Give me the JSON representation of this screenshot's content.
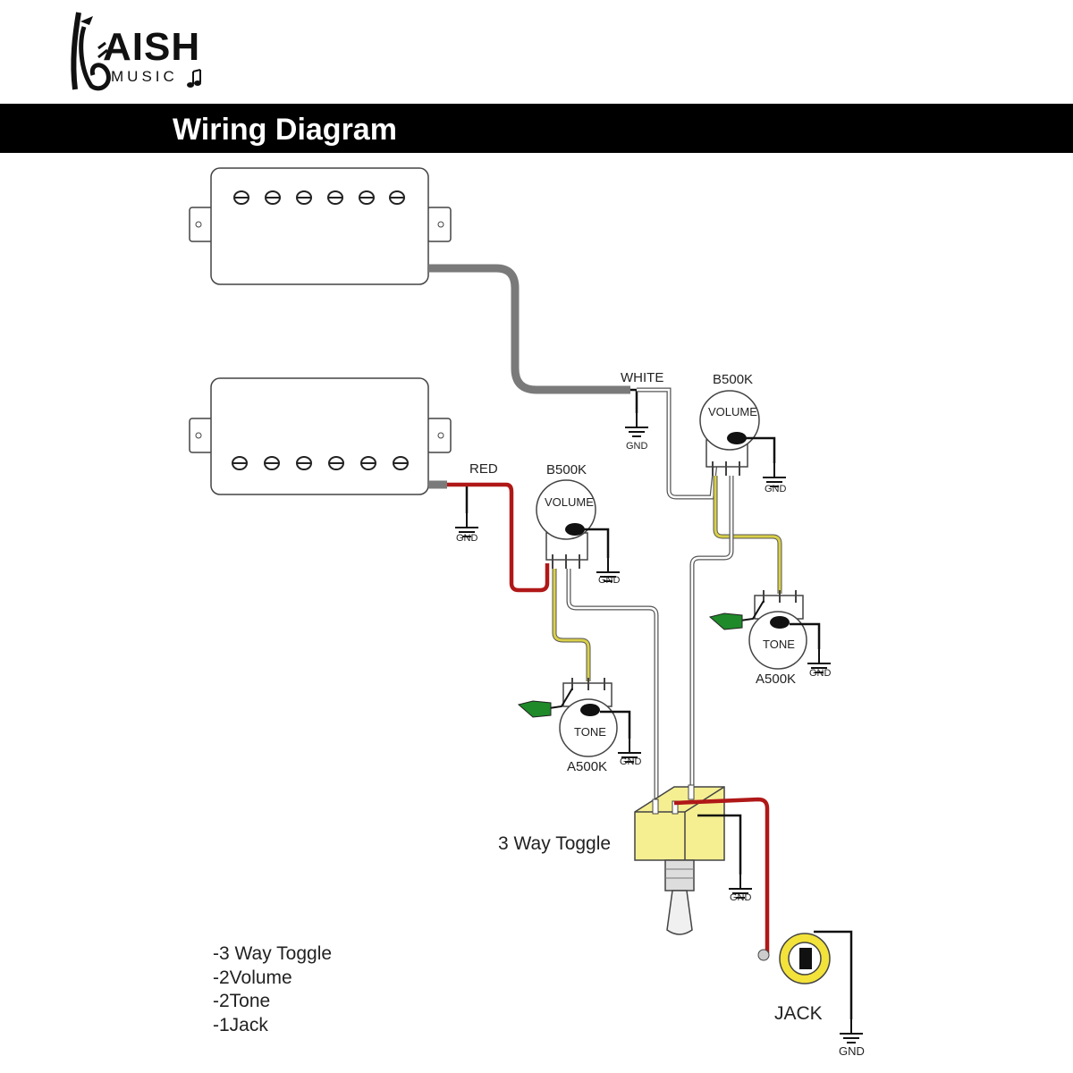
{
  "logo": {
    "brand": "KAISH",
    "big": "AISH",
    "small": "MUSIC"
  },
  "header": {
    "title": "Wiring Diagram"
  },
  "labels": {
    "white": "WHITE",
    "red": "RED",
    "volume_value_1": "B500K",
    "volume_value_2": "B500K",
    "volume_1": "VOLUME",
    "volume_2": "VOLUME",
    "tone_1": "TONE",
    "tone_2": "TONE",
    "tone_value_1": "A500K",
    "tone_value_2": "A500K",
    "toggle": "3 Way Toggle",
    "jack": "JACK",
    "gnd": "GND"
  },
  "parts_list": [
    "-3 Way Toggle",
    "-2Volume",
    "-2Tone",
    "-1Jack"
  ],
  "colors": {
    "white_wire": "#7a7a7a",
    "red_wire": "#b01818",
    "yellow_wire": "#d8cf48",
    "green_cap": "#1f8a2a",
    "jack_ring": "#f2e23a",
    "toggle_body": "#f5ef92"
  },
  "icons": [
    "guitar-logo-icon",
    "ground-symbol-icon",
    "music-note-icon"
  ]
}
